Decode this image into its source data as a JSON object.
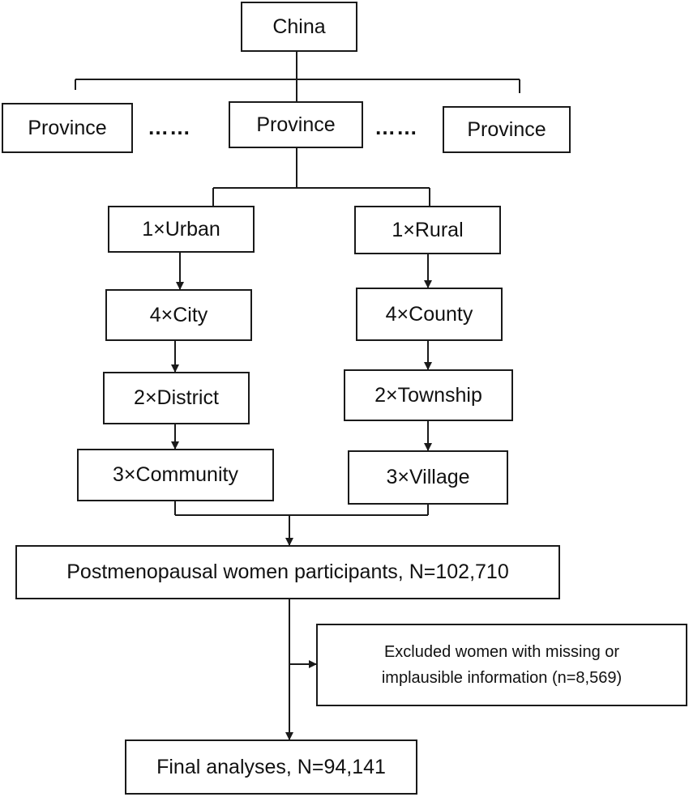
{
  "nodes": {
    "china": "China",
    "province_left": "Province",
    "province_center": "Province",
    "province_right": "Province",
    "dots_left": "……",
    "dots_right": "……",
    "urban": "1×Urban",
    "rural": "1×Rural",
    "city": "4×City",
    "county": "4×County",
    "district": "2×District",
    "township": "2×Township",
    "community": "3×Community",
    "village": "3×Village",
    "participants": "Postmenopausal women participants, N=102,710",
    "excluded_line1": "Excluded women with missing or",
    "excluded_line2": "implausible information (n=8,569)",
    "final": "Final analyses, N=94,141"
  },
  "colors": {
    "line": "#1a1a1a",
    "text": "#111111",
    "background": "#ffffff"
  }
}
